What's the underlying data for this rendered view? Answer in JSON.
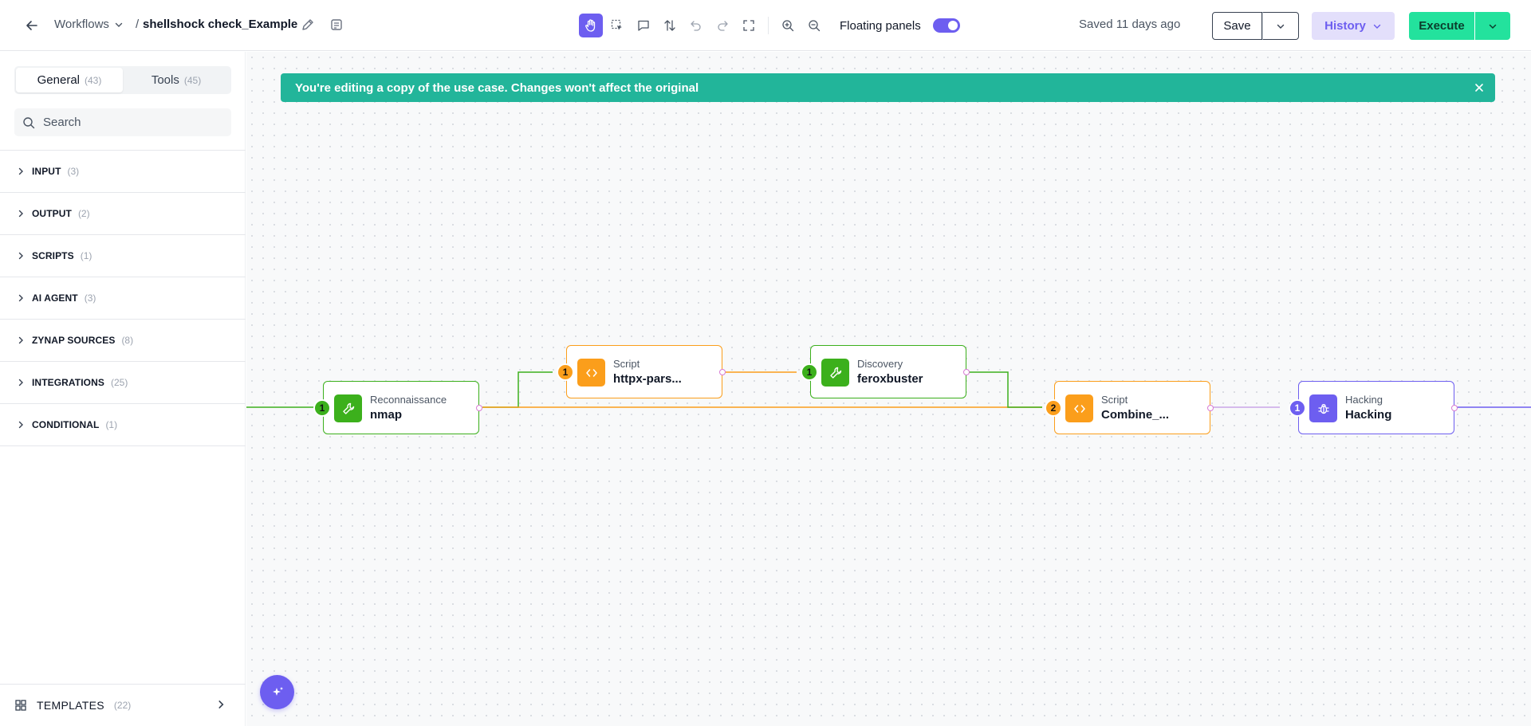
{
  "header": {
    "breadcrumb_root": "Workflows",
    "separator": "/",
    "workflow_title": "shellshock check_Example",
    "floating_panels_label": "Floating panels",
    "floating_panels_on": true,
    "saved_status": "Saved 11 days ago",
    "save_label": "Save",
    "history_label": "History",
    "execute_label": "Execute"
  },
  "toolbar": {
    "tools": [
      "hand-pan-icon",
      "select-area-icon",
      "comment-icon",
      "sort-arrows-icon",
      "undo-icon",
      "redo-icon",
      "fit-view-icon",
      "zoom-in-icon",
      "zoom-out-icon"
    ],
    "active_tool": "hand-pan-icon"
  },
  "sidebar": {
    "tabs": [
      {
        "label": "General",
        "count": "(43)",
        "active": true
      },
      {
        "label": "Tools",
        "count": "(45)",
        "active": false
      }
    ],
    "search_placeholder": "Search",
    "categories": [
      {
        "label": "INPUT",
        "count": "(3)"
      },
      {
        "label": "OUTPUT",
        "count": "(2)"
      },
      {
        "label": "SCRIPTS",
        "count": "(1)"
      },
      {
        "label": "AI AGENT",
        "count": "(3)"
      },
      {
        "label": "ZYNAP SOURCES",
        "count": "(8)"
      },
      {
        "label": "INTEGRATIONS",
        "count": "(25)"
      },
      {
        "label": "CONDITIONAL",
        "count": "(1)"
      }
    ],
    "templates": {
      "label": "TEMPLATES",
      "count": "(22)"
    }
  },
  "canvas": {
    "banner_text": "You're editing a copy of the use case. Changes won't affect the original",
    "nodes": [
      {
        "category": "Reconnaissance",
        "name": "nmap",
        "badge": "1",
        "color": "#3cb01c",
        "icon": "wrench-icon"
      },
      {
        "category": "Script",
        "name": "httpx-pars...",
        "badge": "1",
        "color": "#fb9e1b",
        "icon": "code-icon"
      },
      {
        "category": "Discovery",
        "name": "feroxbuster",
        "badge": "1",
        "color": "#3cb01c",
        "icon": "wrench-icon"
      },
      {
        "category": "Script",
        "name": "Combine_...",
        "badge": "2",
        "color": "#fb9e1b",
        "icon": "code-icon"
      },
      {
        "category": "Hacking",
        "name": "Hacking",
        "badge": "1",
        "color": "#6d5ef0",
        "icon": "bug-icon"
      }
    ]
  },
  "colors": {
    "accent": "#6d5ef0",
    "execute": "#23e29d",
    "banner": "#22b59a",
    "tool_green": "#3cb01c",
    "script_orange": "#fb9e1b"
  }
}
